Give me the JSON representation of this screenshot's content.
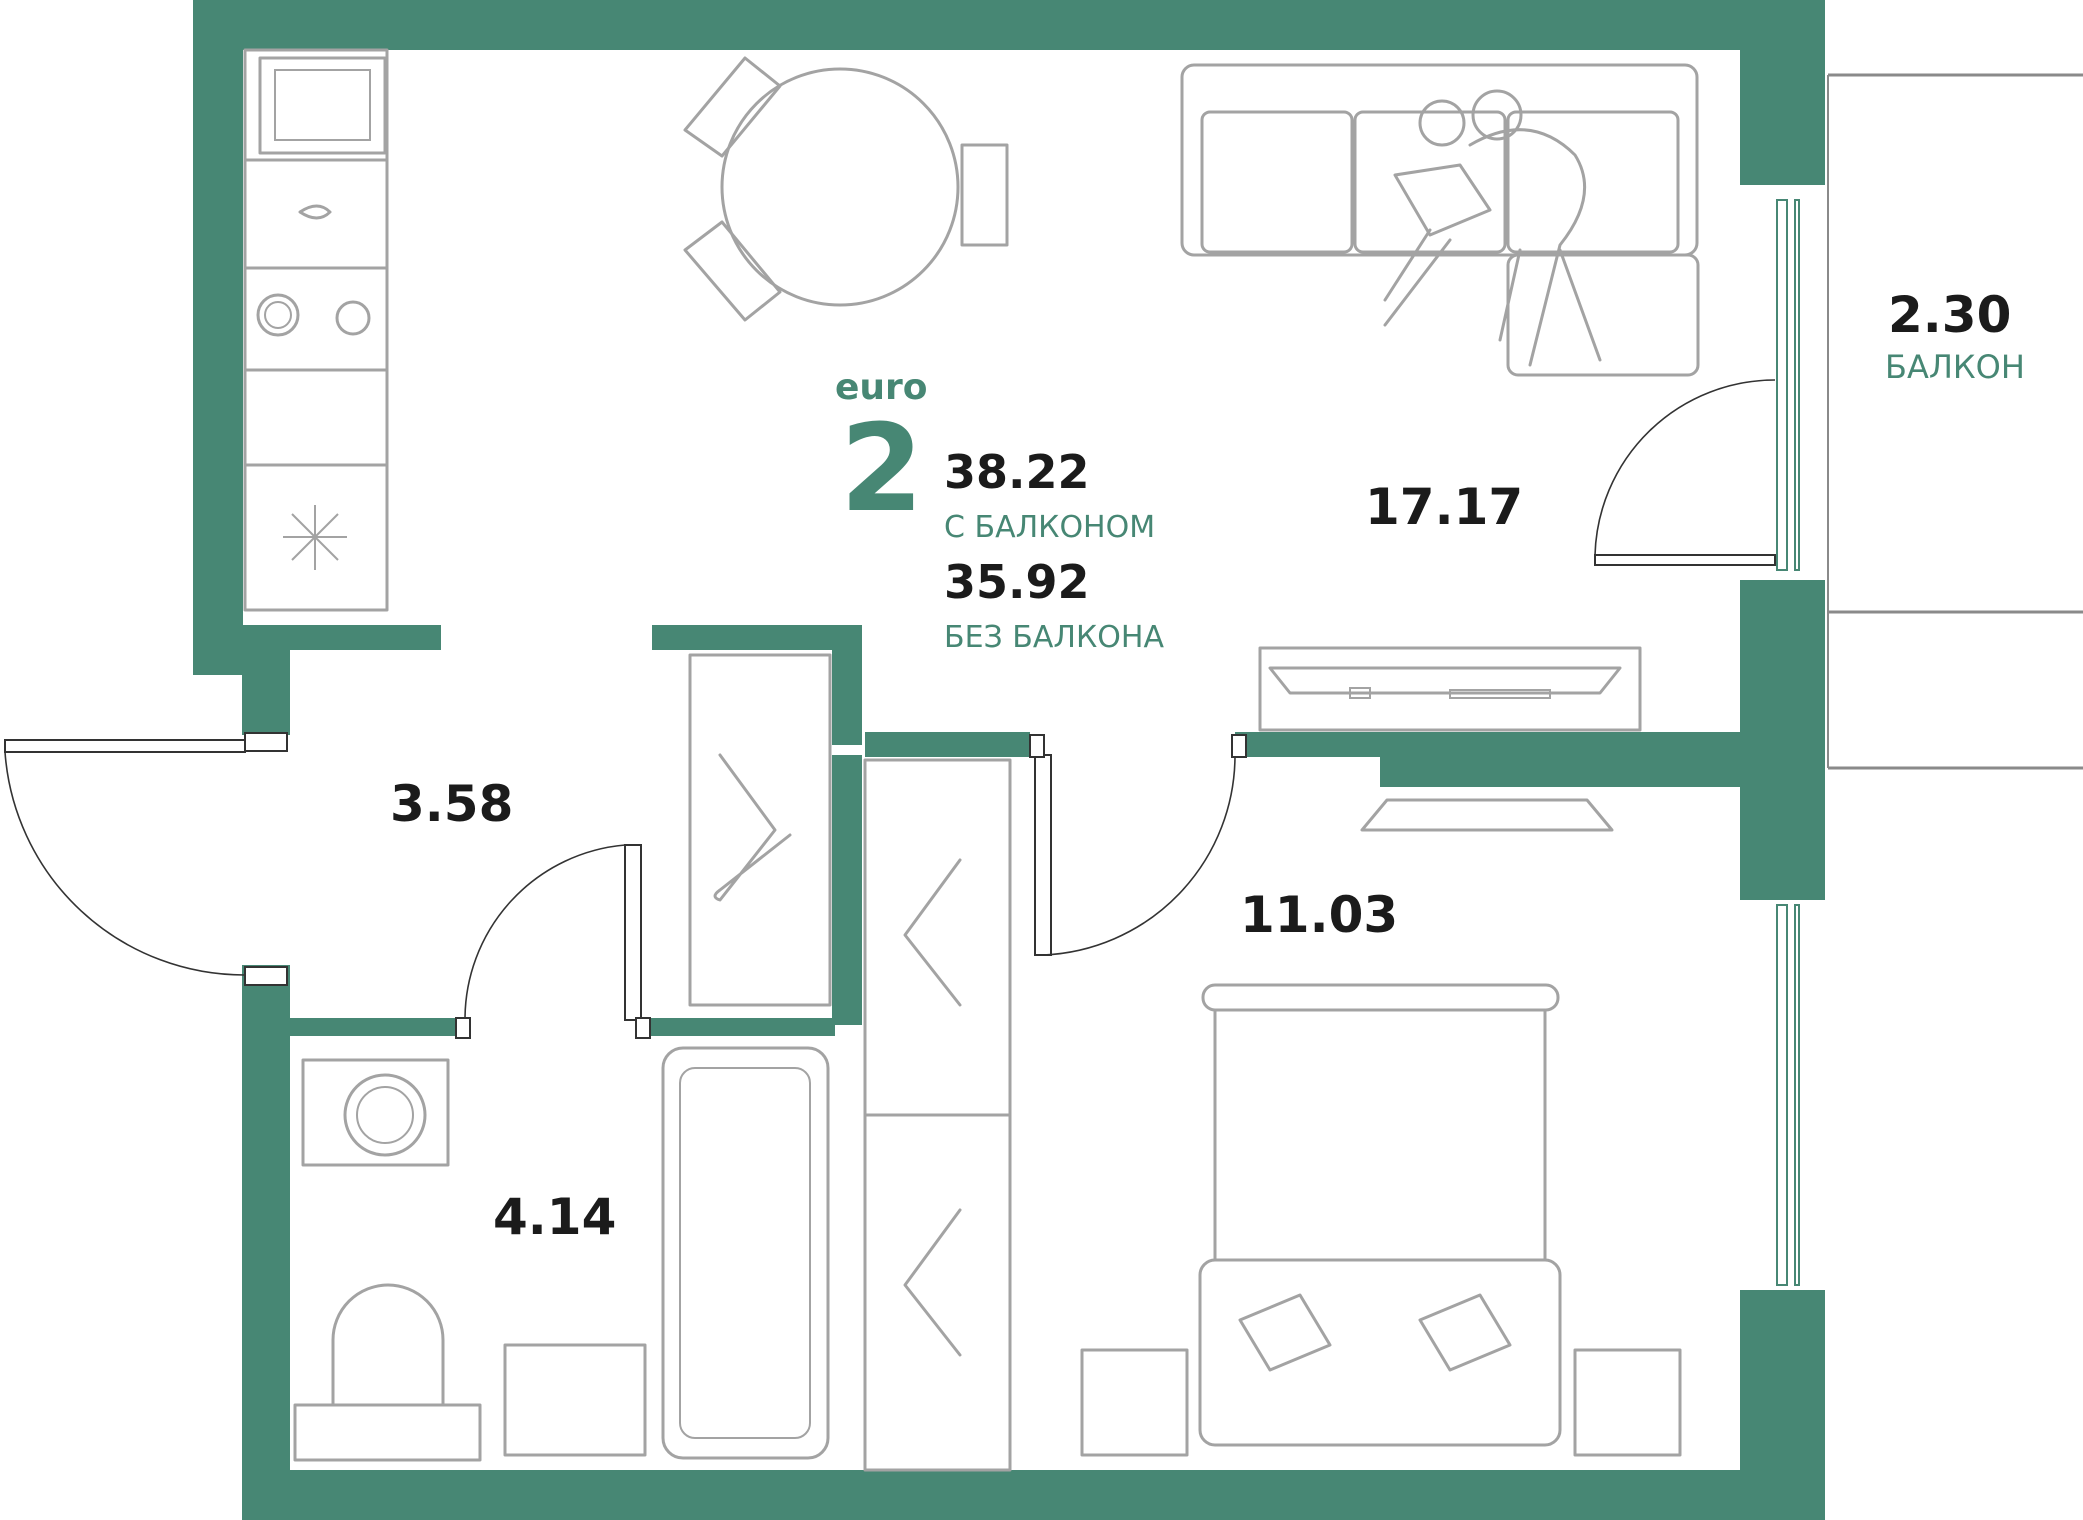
{
  "plan_type": "euro",
  "rooms_count": "2",
  "area_with_balcony": {
    "value": "38.22",
    "caption": "С БАЛКОНОМ"
  },
  "area_without_balcony": {
    "value": "35.92",
    "caption": "БЕЗ БАЛКОНА"
  },
  "rooms": {
    "kitchen_living": "17.17",
    "hallway": "3.58",
    "bathroom": "4.14",
    "bedroom": "11.03",
    "balcony": {
      "value": "2.30",
      "name": "БАЛКОН"
    }
  },
  "colors": {
    "wall": "#478774",
    "furniture": "#a3a3a3",
    "text": "#1b1b1b"
  }
}
